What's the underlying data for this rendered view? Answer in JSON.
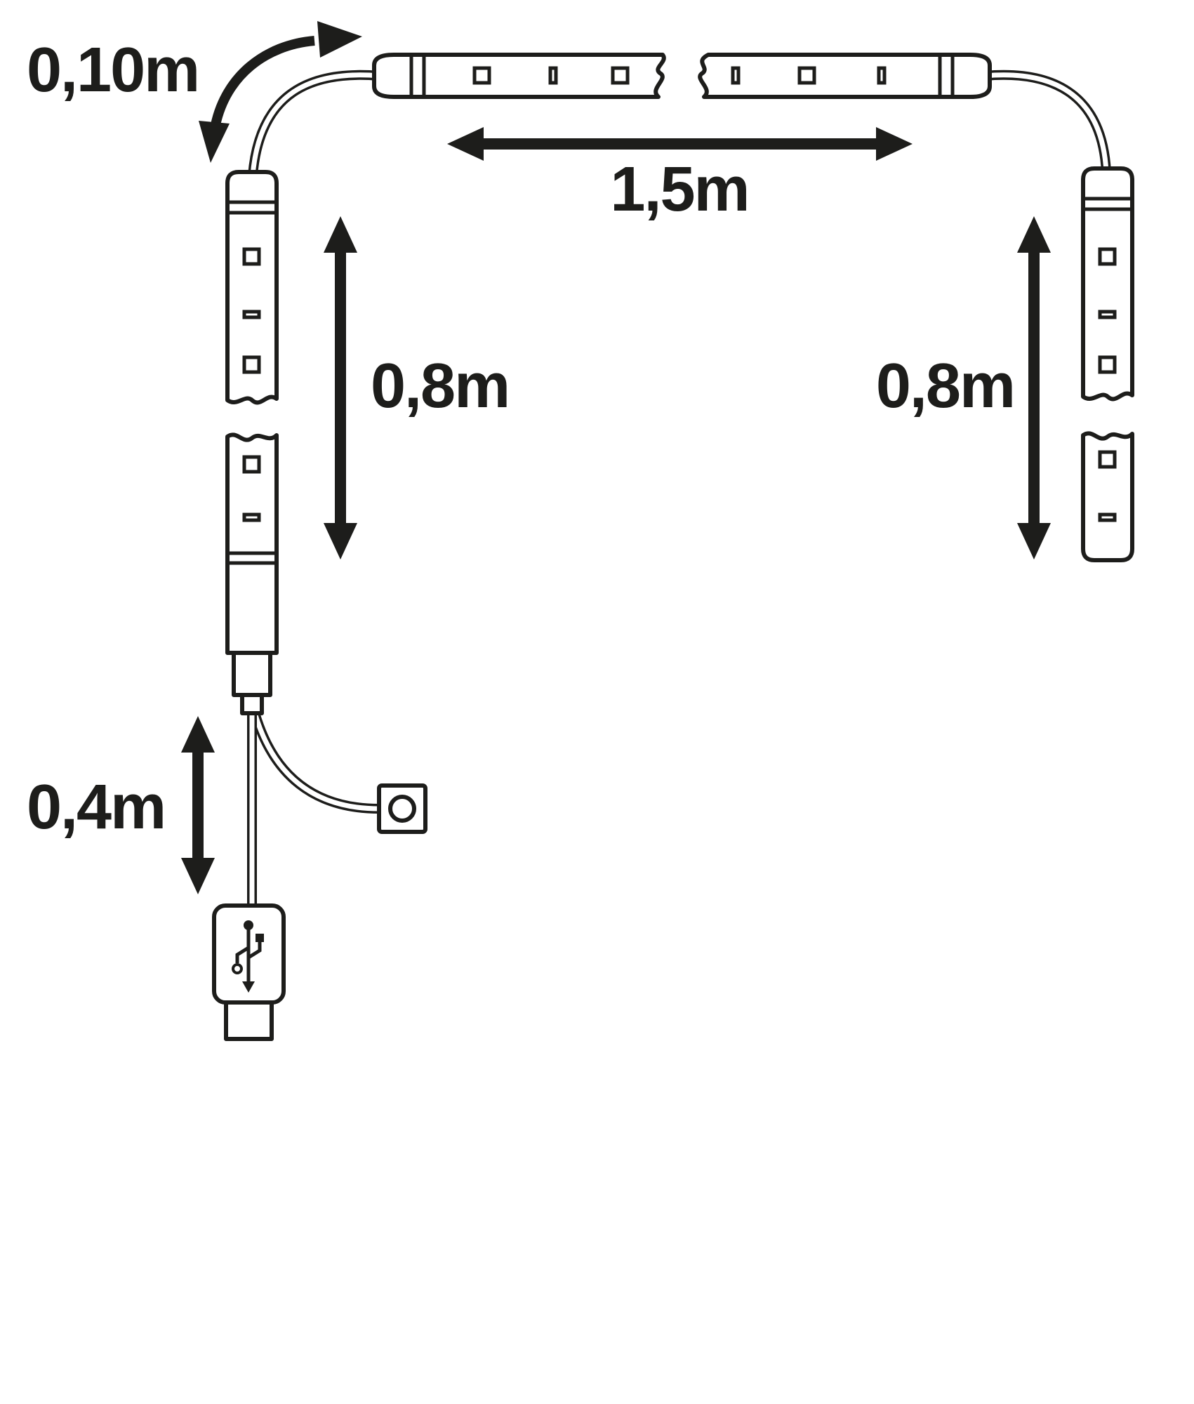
{
  "diagram": {
    "title": "LED strip dimension diagram",
    "labels": {
      "connector_cable_length": "0,10m",
      "strip_top_length": "1,5m",
      "strip_left_length": "0,8m",
      "strip_right_length": "0,8m",
      "usb_cable_length": "0,4m"
    },
    "icons": {
      "usb": "usb-trident-icon",
      "switch": "inline-switch-icon"
    },
    "colors": {
      "line": "#1d1d1b",
      "background": "#ffffff"
    }
  }
}
